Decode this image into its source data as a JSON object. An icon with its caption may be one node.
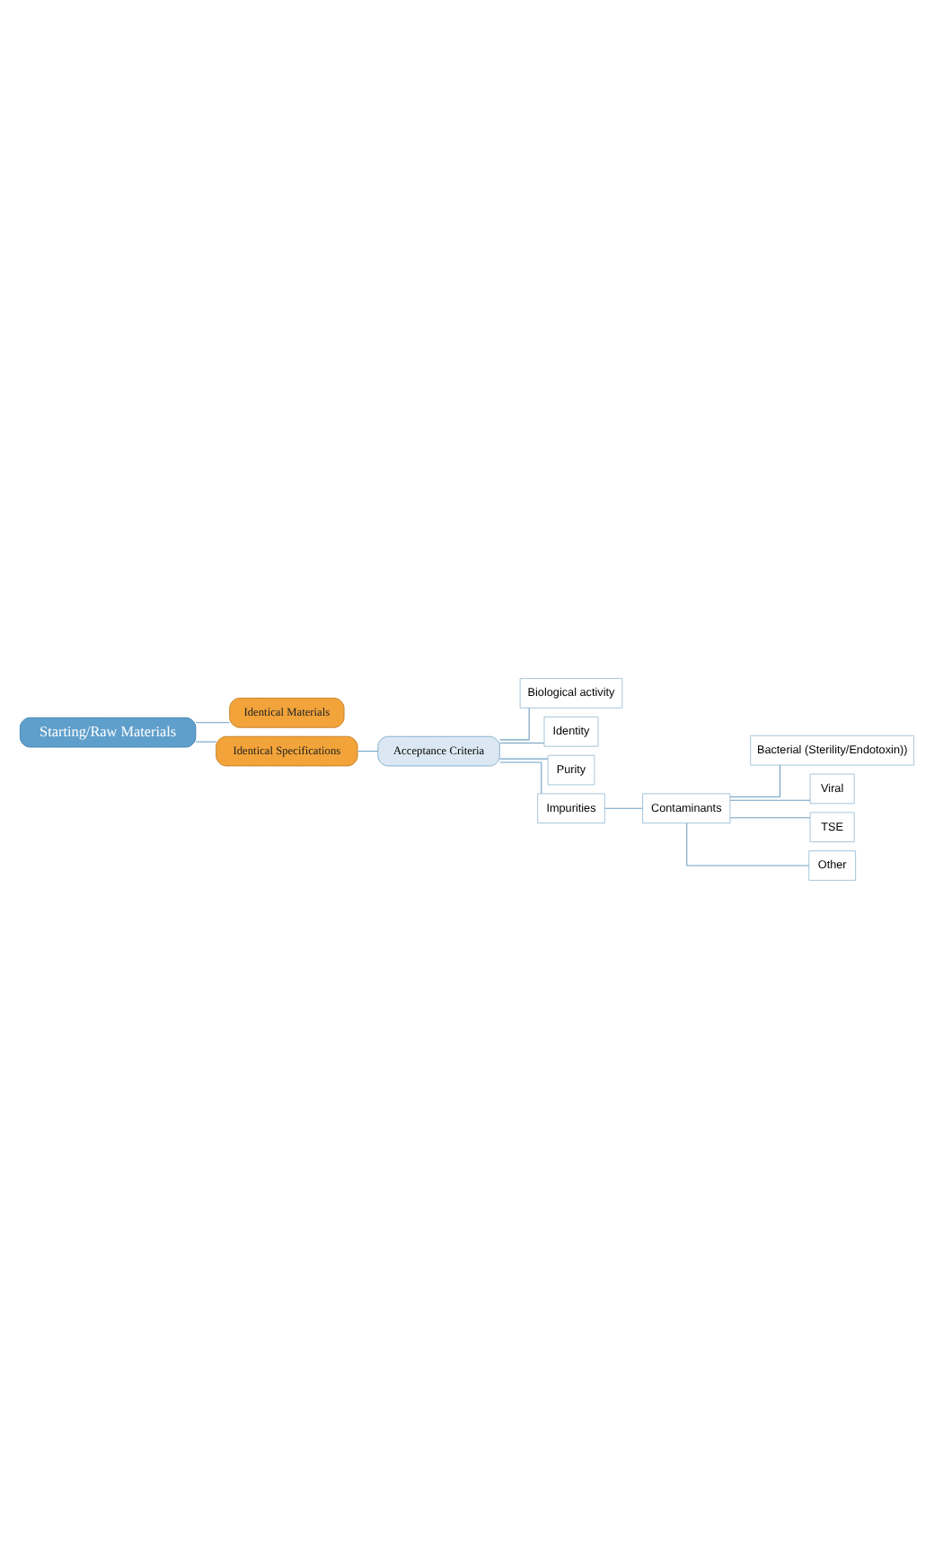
{
  "diagram": {
    "nodes": [
      {
        "text": [
          "Starting/Raw Materials"
        ]
      },
      {
        "text": [
          "Identical Materials"
        ]
      },
      {
        "text": [
          "Identical Specifications"
        ]
      },
      {
        "text": [
          "Acceptance Criteria"
        ]
      },
      {
        "text": [
          "Biological activity"
        ]
      },
      {
        "text": [
          "Identity"
        ]
      },
      {
        "text": [
          "Purity"
        ]
      },
      {
        "text": [
          "Impurities"
        ]
      },
      {
        "text": [
          "Contaminants"
        ]
      },
      {
        "text": [
          "Bacterial (Sterility/Endotoxin))"
        ]
      },
      {
        "text": [
          "Viral"
        ]
      },
      {
        "text": [
          "TSE"
        ]
      },
      {
        "text": [
          "Other"
        ]
      }
    ],
    "edges": [
      {
        "from": 0,
        "to": 1,
        "arrow": "none"
      },
      {
        "from": 0,
        "to": 2,
        "arrow": "none"
      },
      {
        "from": 2,
        "to": 3,
        "arrow": "none"
      },
      {
        "from": 3,
        "to": 4,
        "arrow": "none"
      },
      {
        "from": 3,
        "to": 5,
        "arrow": "none"
      },
      {
        "from": 3,
        "to": 6,
        "arrow": "none"
      },
      {
        "from": 3,
        "to": 7,
        "arrow": "none"
      },
      {
        "from": 7,
        "to": 8,
        "arrow": "none"
      },
      {
        "from": 8,
        "to": 9,
        "arrow": "none"
      },
      {
        "from": 8,
        "to": 10,
        "arrow": "none"
      },
      {
        "from": 8,
        "to": 11,
        "arrow": "none"
      },
      {
        "from": 8,
        "to": 12,
        "arrow": "none"
      }
    ]
  }
}
